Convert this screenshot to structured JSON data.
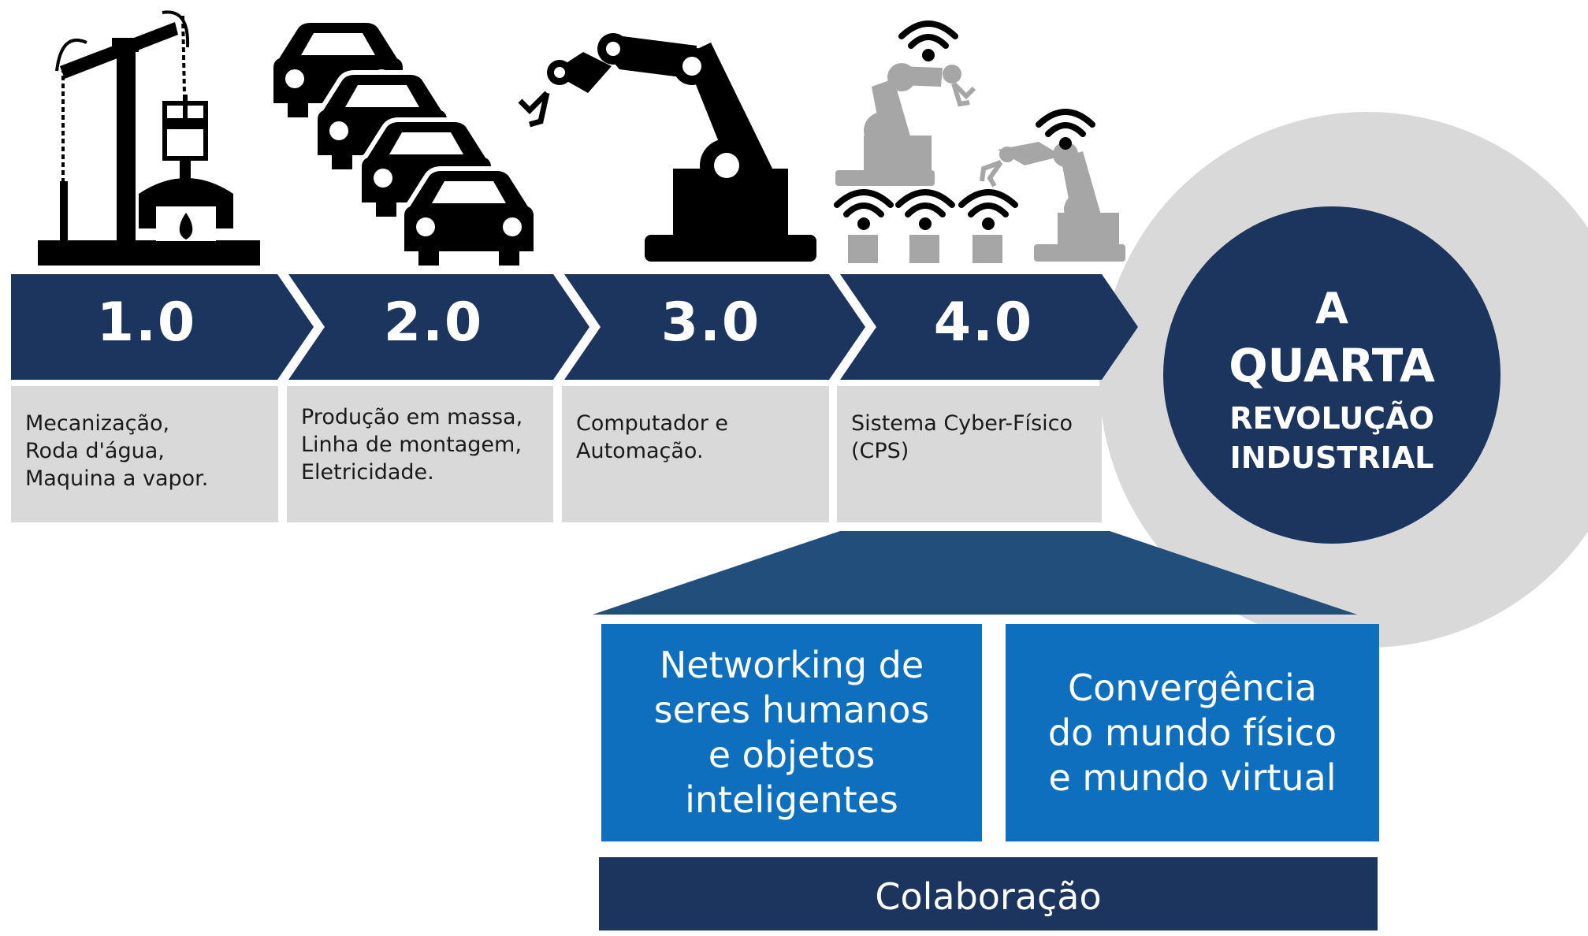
{
  "colors": {
    "navy": "#1b355e",
    "blue": "#0e6fbe",
    "light_gray": "#d9d9d9",
    "mid_gray": "#a6a6a6",
    "black": "#000000"
  },
  "stages": [
    {
      "number": "1.0",
      "icon": "steam-engine-icon",
      "description": [
        "Mecanização,",
        "Roda d'água,",
        "Maquina a vapor."
      ]
    },
    {
      "number": "2.0",
      "icon": "cars-assembly-line-icon",
      "description": [
        "Produção em massa,",
        "Linha de montagem,",
        "Eletricidade."
      ]
    },
    {
      "number": "3.0",
      "icon": "robot-arm-icon",
      "description": [
        "Computador e",
        "Automação."
      ]
    },
    {
      "number": "4.0",
      "icon": "connected-robots-wifi-icon",
      "description": [
        "Sistema Cyber-Físico",
        "(CPS)"
      ]
    }
  ],
  "circle": {
    "line1": "A",
    "line2": "QUARTA",
    "line3": "REVOLUÇÃO",
    "line4": "INDUSTRIAL"
  },
  "pillars": {
    "left": [
      "Networking de",
      "seres humanos",
      "e objetos",
      "inteligentes"
    ],
    "right": [
      "Convergência",
      "do mundo físico",
      "e mundo virtual"
    ]
  },
  "base": "Colaboração"
}
